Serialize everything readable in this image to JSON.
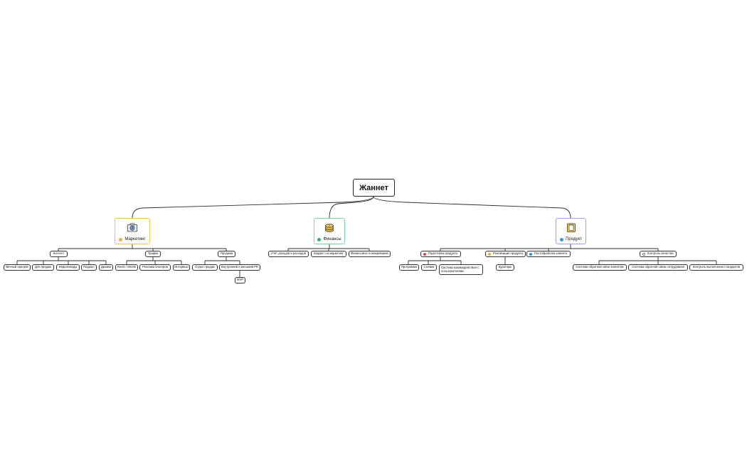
{
  "root": {
    "label": "Жаннет"
  },
  "colors": {
    "marketing_border": "#f4c34a",
    "marketing_dot": "#f0b323",
    "finance_border": "#7fd6a3",
    "finance_dot": "#39b36a",
    "product_border": "#a99bea",
    "product_dot": "#2a9de0",
    "dot_red": "#e6453a",
    "dot_orange": "#f2a534",
    "dot_blue": "#2a8fe0",
    "dot_grey": "#9a9a9a"
  },
  "branches": [
    {
      "key": "marketing",
      "label": "Маркетинг",
      "icon": "camera-icon"
    },
    {
      "key": "finance",
      "label": "Финансы",
      "icon": "coins-icon"
    },
    {
      "key": "product",
      "label": "Продукт",
      "icon": "document-icon"
    }
  ],
  "marketing": {
    "content": {
      "label": "Контент",
      "children": [
        "Вечный прогрев",
        "Для продаж",
        "Инфоповоды",
        "Подкаст",
        "Дизайн"
      ]
    },
    "traffic": {
      "label": "Трафик",
      "children": [
        "Reels / Shorts",
        "Реклама блогеров",
        "Интервью"
      ]
    },
    "sales": {
      "label": "Продажи",
      "children": [
        "Отдел продаж",
        "Внутренний и внешний PR"
      ],
      "sub": [
        "MVP"
      ]
    }
  },
  "finance": {
    "children": [
      "Учёт доходов и расходов",
      "Бюджет на маркетинг",
      "Финансовое планирование"
    ]
  },
  "product": {
    "prep": {
      "label": "Подготовка продукта",
      "children": [
        "Программа",
        "Съёмки",
        "Система взаимодействия с пользователями"
      ]
    },
    "realization": {
      "label": "Реализация продукта",
      "children": [
        "Кураторы"
      ]
    },
    "post": {
      "label": "Постобработка клиента"
    },
    "quality": {
      "label": "Контроль качества",
      "children": [
        "Система обратной связи клиентов",
        "Система обратной связи сотрудников",
        "Контроль выполнения стандартов"
      ]
    }
  }
}
